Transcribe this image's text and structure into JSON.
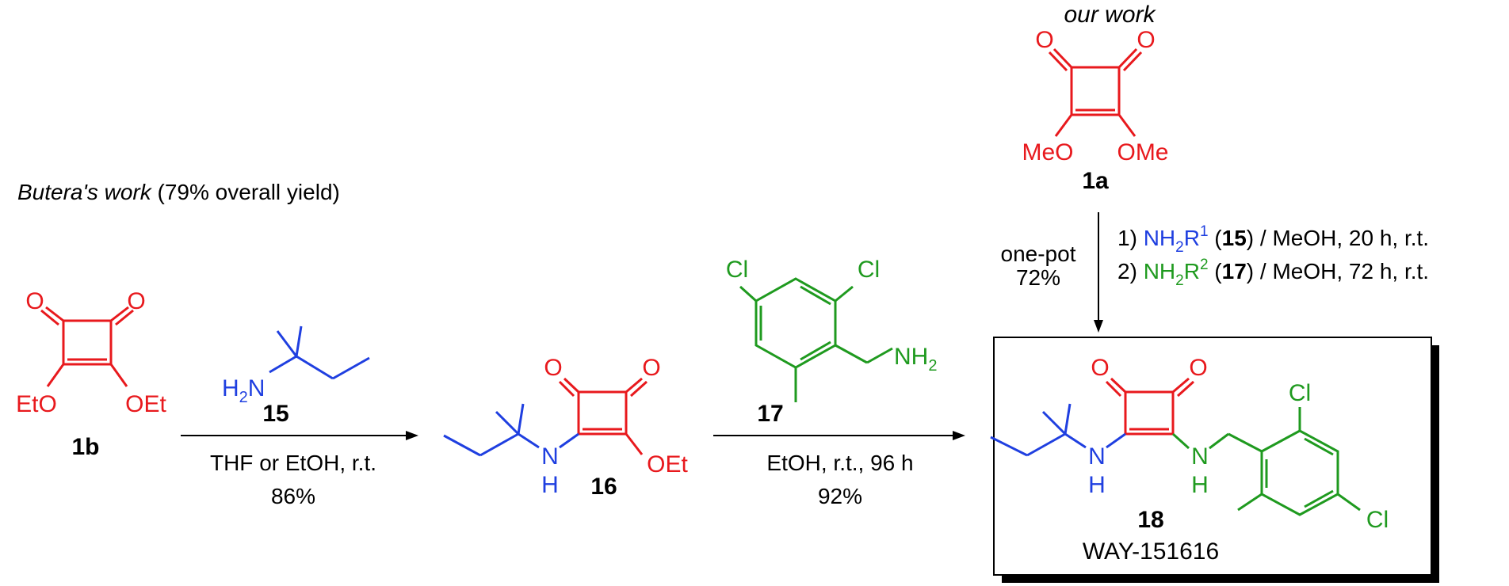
{
  "top": {
    "title": "our work",
    "compound_label": "1a",
    "substituent_left": "MeO",
    "substituent_right": "OMe",
    "conditions_left": [
      "one-pot",
      "72%"
    ],
    "step1": {
      "prefix": "1) ",
      "reagent": "NH",
      "sub": "2",
      "r": "R",
      "sup": "1",
      "open": " (",
      "ref": "15",
      "rest": ") / MeOH, 20 h, r.t."
    },
    "step2": {
      "prefix": "2) ",
      "reagent": "NH",
      "sub": "2",
      "r": "R",
      "sup": "2",
      "open": " (",
      "ref": "17",
      "rest": ") / MeOH, 72 h, r.t."
    }
  },
  "butera": {
    "title": "Butera's work",
    "yield": " (79% overall yield)"
  },
  "compound_1b": {
    "label": "1b",
    "left": "EtO",
    "right": "OEt",
    "oxo": "O"
  },
  "step_a": {
    "reagent_label": "15",
    "amine": "H",
    "amine_sub": "2",
    "amine_n": "N",
    "conditions": "THF or EtOH, r.t.",
    "yield": "86%"
  },
  "compound_16": {
    "label": "16",
    "nh_n": "N",
    "nh_h": "H",
    "right": "OEt",
    "oxo": "O"
  },
  "step_b": {
    "reagent_label": "17",
    "cl1": "Cl",
    "cl2": "Cl",
    "amine_n": "NH",
    "amine_sub": "2",
    "conditions": "EtOH, r.t., 96 h",
    "yield": "92%"
  },
  "product": {
    "label": "18",
    "name": "WAY-151616",
    "n1": "N",
    "h1": "H",
    "n2": "N",
    "h2": "H",
    "cl1": "Cl",
    "cl2": "Cl",
    "oxo": "O"
  }
}
